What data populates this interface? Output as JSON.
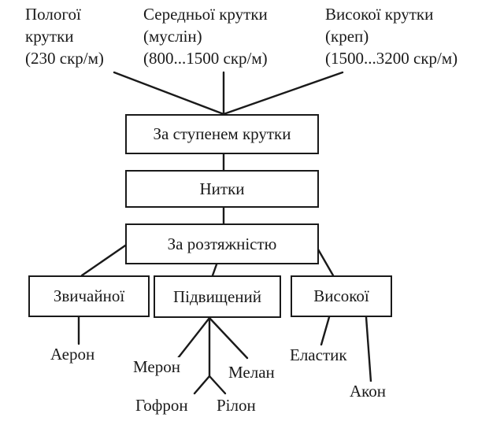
{
  "categories": {
    "low_twist": [
      "Пологої",
      "крутки",
      "(230 скр/м)"
    ],
    "medium_twist": [
      "Середньої крутки",
      "(муслін)",
      "(800...1500 скр/м)"
    ],
    "high_twist": [
      "Високої крутки",
      "(креп)",
      "(1500...3200 скр/м)"
    ]
  },
  "boxes": {
    "by_twist": "За ступенем крутки",
    "threads": "Нитки",
    "by_stretch": "За розтяжністю",
    "ordinary": "Звичайної",
    "increased": "Підвищений",
    "high": "Високої"
  },
  "leaves": {
    "aeron": "Аерон",
    "meron": "Мерон",
    "melan": "Мелан",
    "gofron": "Гофрон",
    "rilon": "Рілон",
    "elastyk": "Еластик",
    "akon": "Акон"
  },
  "colors": {
    "ink": "#1a1a1a",
    "background": "#ffffff"
  }
}
